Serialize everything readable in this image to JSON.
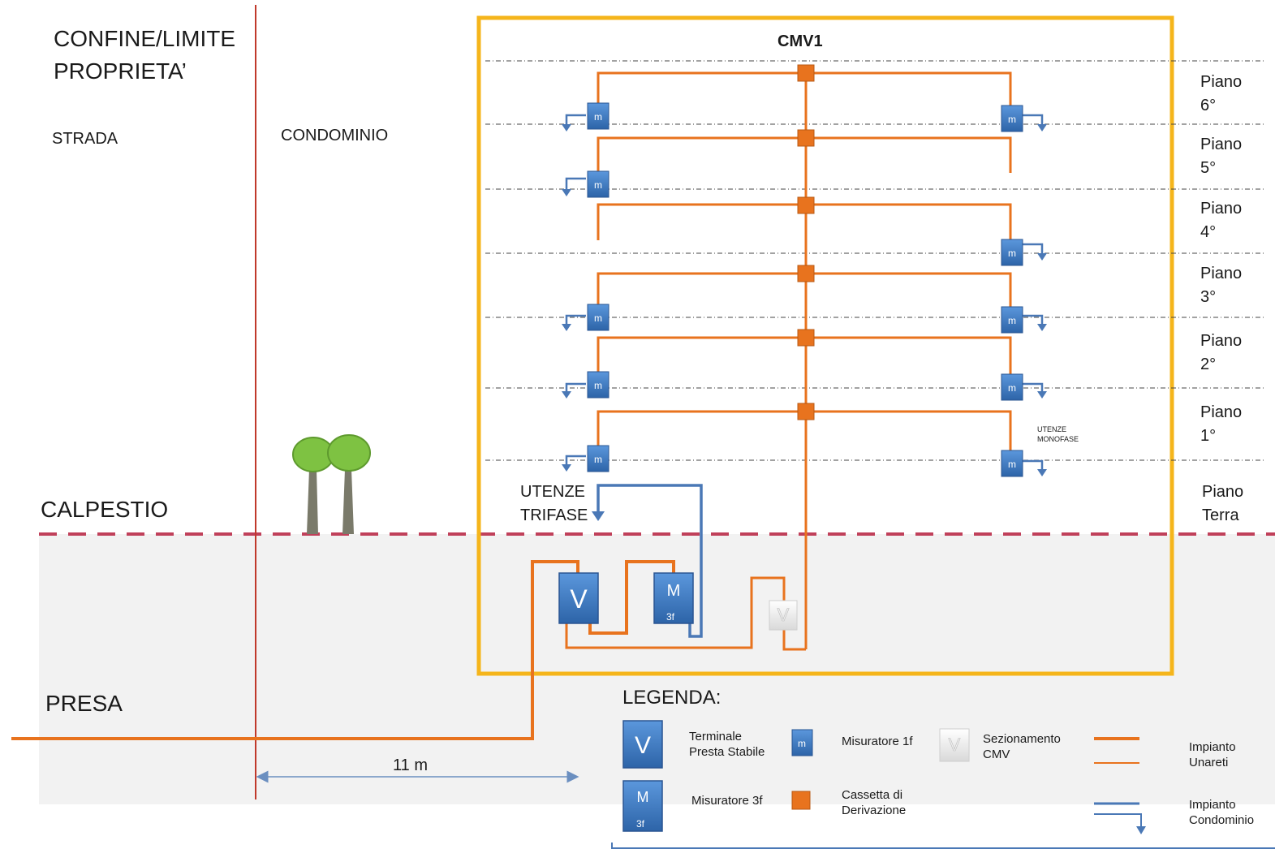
{
  "labels": {
    "confine_line1": "CONFINE/LIMITE",
    "confine_line2": "PROPRIETA’",
    "strada": "STRADA",
    "condominio": "CONDOMINIO",
    "calpestio": "CALPESTIO",
    "presa": "PRESA",
    "distance": "11 m",
    "cmv": "CMV1",
    "utenze_trifase_line1": "UTENZE",
    "utenze_trifase_line2": "TRIFASE",
    "utenze_monofase_line1": "UTENZE",
    "utenze_monofase_line2": "MONOFASE"
  },
  "floors": [
    {
      "line1": "Piano",
      "line2": "6°"
    },
    {
      "line1": "Piano",
      "line2": "5°"
    },
    {
      "line1": "Piano",
      "line2": "4°"
    },
    {
      "line1": "Piano",
      "line2": "3°"
    },
    {
      "line1": "Piano",
      "line2": "2°"
    },
    {
      "line1": "Piano",
      "line2": "1°"
    },
    {
      "line1": "Piano",
      "line2": "Terra"
    }
  ],
  "symbols": {
    "meter_1f": "m",
    "terminal": "V",
    "meter_3f_main": "M",
    "meter_3f_sub": "3f",
    "sezionamento": "V"
  },
  "legend": {
    "title": "LEGENDA:",
    "terminale_line1": "Terminale",
    "terminale_line2": "Presta Stabile",
    "misuratore_1f": "Misuratore 1f",
    "sezionamento_line1": "Sezionamento",
    "sezionamento_line2": "CMV",
    "impianto_unareti_line1": "Impianto",
    "impianto_unareti_line2": "Unareti",
    "misuratore_3f": "Misuratore 3f",
    "cassetta_line1": "Cassetta di",
    "cassetta_line2": "Derivazione",
    "impianto_condominio_line1": "Impianto",
    "impianto_condominio_line2": "Condominio"
  },
  "colors": {
    "unareti": "#e8731e",
    "condominio": "#4a78b6",
    "meter_blue": "#3d7cc9",
    "cassetta": "#e8731e",
    "building_border": "#f5b51b",
    "property_line": "#c0392b",
    "ground_line": "#c0405a",
    "ground_fill": "#f2f2f2",
    "tree_crown": "#7ec242",
    "tree_trunk": "#7a7a6a"
  }
}
